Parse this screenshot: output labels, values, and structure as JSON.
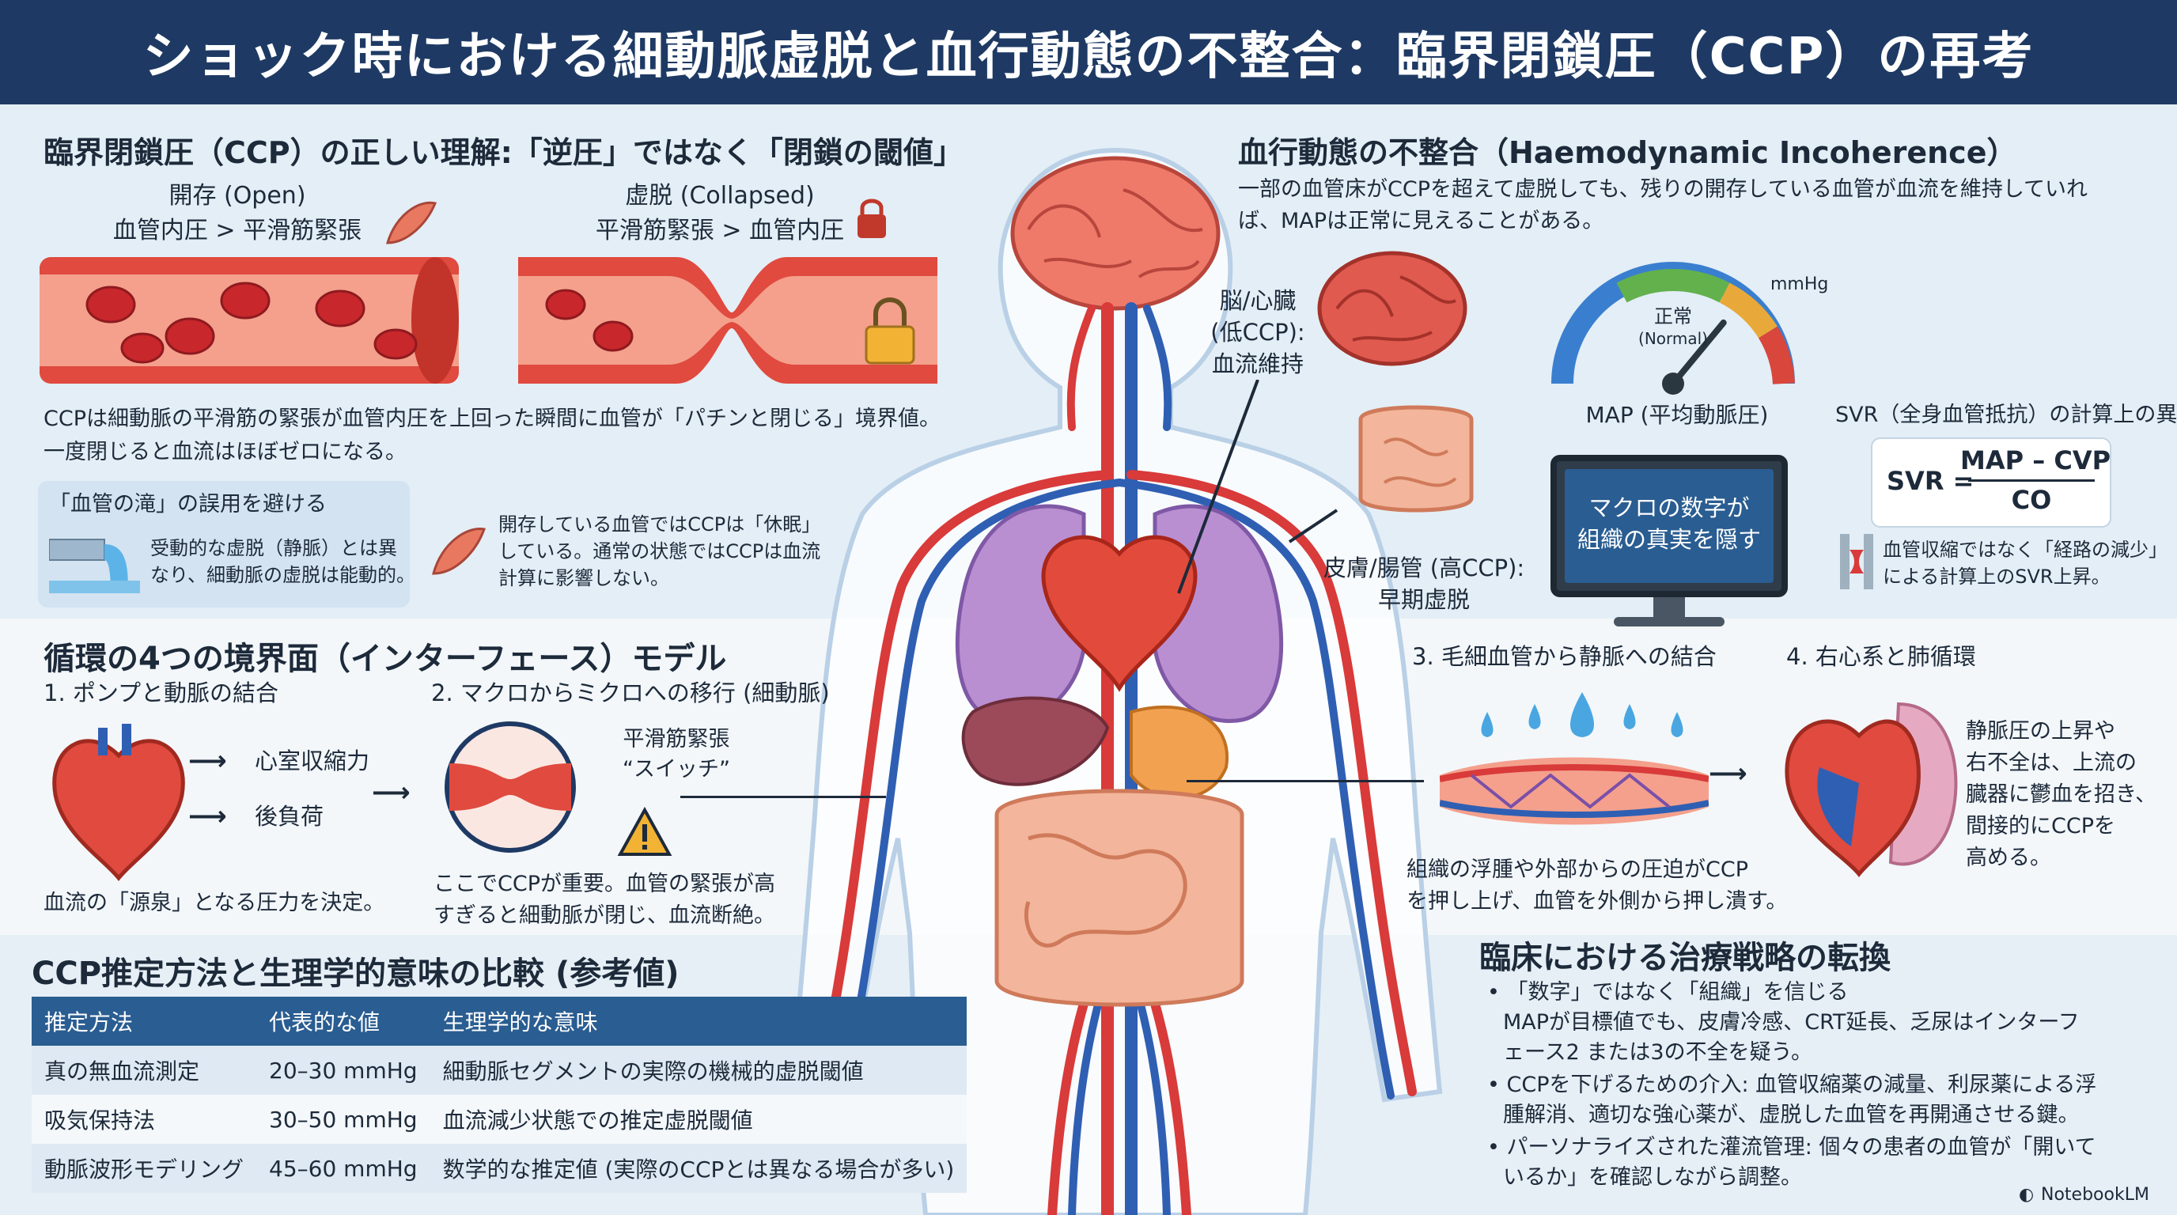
{
  "title": "ショック時における細動脈虚脱と血行動態の不整合：臨界閉鎖圧（CCP）の再考",
  "ccp_section": {
    "heading": "臨界閉鎖圧（CCP）の正しい理解:「逆圧」ではなく「閉鎖の閾値」",
    "open_label": "開存 (Open)",
    "open_relation": "血管内圧 > 平滑筋緊張",
    "collapsed_label": "虚脱 (Collapsed)",
    "collapsed_relation": "平滑筋緊張 > 血管内圧",
    "desc_line1": "CCPは細動脈の平滑筋の緊張が血管内圧を上回った瞬間に血管が「パチンと閉じる」境界値。",
    "desc_line2": "一度閉じると血流はほぼゼロになる。",
    "waterfall_title": "「血管の滝」の誤用を避ける",
    "waterfall_line1": "受動的な虚脱（静脈）とは異",
    "waterfall_line2": "なり、細動脈の虚脱は能動的。",
    "dormant_line1": "開存している血管ではCCPは「休眠」",
    "dormant_line2": "している。通常の状態ではCCPは血流",
    "dormant_line3": "計算に影響しない。"
  },
  "incoherence": {
    "heading": "血行動態の不整合（Haemodynamic Incoherence）",
    "desc_line1": "一部の血管床がCCPを超えて虚脱しても、残りの開存している血管が血流を維持していれ",
    "desc_line2": "ば、MAPは正常に見えることがある。",
    "brain_label_l1": "脳/心臓",
    "brain_label_l2": "(低CCP):",
    "brain_label_l3": "血流維持",
    "gut_label_l1": "皮膚/腸管 (高CCP):",
    "gut_label_l2": "早期虚脱",
    "gauge_unit": "mmHg",
    "gauge_normal": "正常",
    "gauge_normal_en": "(Normal)",
    "gauge_value_fraction": 0.72,
    "map_label": "MAP (平均動脈圧)",
    "monitor_line1": "マクロの数字が",
    "monitor_line2": "組織の真実を隠す",
    "svr_title": "SVR（全身血管抵抗）の計算上の異",
    "svr_lhs": "SVR =",
    "svr_num": "MAP – CVP",
    "svr_den": "CO",
    "svr_note_l1": "血管収縮ではなく「経路の減少」",
    "svr_note_l2": "による計算上のSVR上昇。"
  },
  "interfaces": {
    "heading": "循環の4つの境界面（インターフェース）モデル",
    "i1_title": "1. ポンプと動脈の結合",
    "i1_arrow1": "心室収縮力",
    "i1_arrow2": "後負荷",
    "i1_desc": "血流の「源泉」となる圧力を決定。",
    "i2_title": "2. マクロからミクロへの移行 (細動脈)",
    "i2_switch_l1": "平滑筋緊張",
    "i2_switch_l2": "“スイッチ”",
    "i2_desc_l1": "ここでCCPが重要。血管の緊張が高",
    "i2_desc_l2": "すぎると細動脈が閉じ、血流断絶。",
    "i3_title": "3. 毛細血管から静脈への結合",
    "i3_desc_l1": "組織の浮腫や外部からの圧迫がCCP",
    "i3_desc_l2": "を押し上げ、血管を外側から押し潰す。",
    "i4_title": "4. 右心系と肺循環",
    "i4_desc_l1": "静脈圧の上昇や",
    "i4_desc_l2": "右不全は、上流の",
    "i4_desc_l3": "臓器に鬱血を招き、",
    "i4_desc_l4": "間接的にCCPを",
    "i4_desc_l5": "高める。"
  },
  "table": {
    "heading": "CCP推定方法と生理学的意味の比較 (参考値)",
    "headers": [
      "推定方法",
      "代表的な値",
      "生理学的な意味"
    ],
    "rows": [
      [
        "真の無血流測定",
        "20–30 mmHg",
        "細動脈セグメントの実際の機械的虚脱閾値"
      ],
      [
        "吸気保持法",
        "30–50 mmHg",
        "血流減少状態での推定虚脱閾値"
      ],
      [
        "動脈波形モデリング",
        "45–60 mmHg",
        "数学的な推定値 (実際のCCPとは異なる場合が多い)"
      ]
    ]
  },
  "strategy": {
    "heading": "臨床における治療戦略の転換",
    "b1_l1": "• 「数字」ではなく「組織」を信じる",
    "b1_l2": "MAPが目標値でも、皮膚冷感、CRT延長、乏尿はインターフ",
    "b1_l3": "ェース2 または3の不全を疑う。",
    "b2_l1": "• CCPを下げるための介入: 血管収縮薬の減量、利尿薬による浮",
    "b2_l2": "腫解消、適切な強心薬が、虚脱した血管を再開通させる鍵。",
    "b3_l1": "• パーソナライズされた灌流管理: 個々の患者の血管が「開いて",
    "b3_l2": "いるか」を確認しながら調整。"
  },
  "brand": "NotebookLM",
  "colors": {
    "header": "#1e3a64",
    "artery": "#d93a3a",
    "vein": "#2f5fb3",
    "accent": "#2a5d91"
  }
}
